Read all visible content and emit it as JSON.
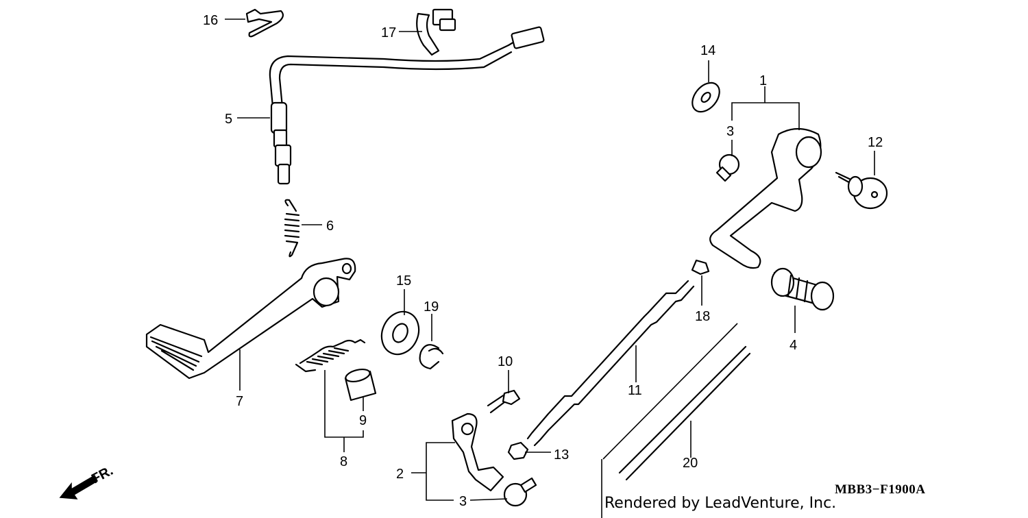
{
  "diagram": {
    "drawing_code": "MBB3−F1900A",
    "credit": "Rendered by LeadVenture, Inc.",
    "direction_label": "FR.",
    "callouts": {
      "p1": "1",
      "p2": "2",
      "p3a": "3",
      "p3b": "3",
      "p4": "4",
      "p5": "5",
      "p6": "6",
      "p7": "7",
      "p8": "8",
      "p9": "9",
      "p10": "10",
      "p11": "11",
      "p12": "12",
      "p13": "13",
      "p14": "14",
      "p15": "15",
      "p16": "16",
      "p17": "17",
      "p18": "18",
      "p19": "19",
      "p20": "20"
    }
  }
}
